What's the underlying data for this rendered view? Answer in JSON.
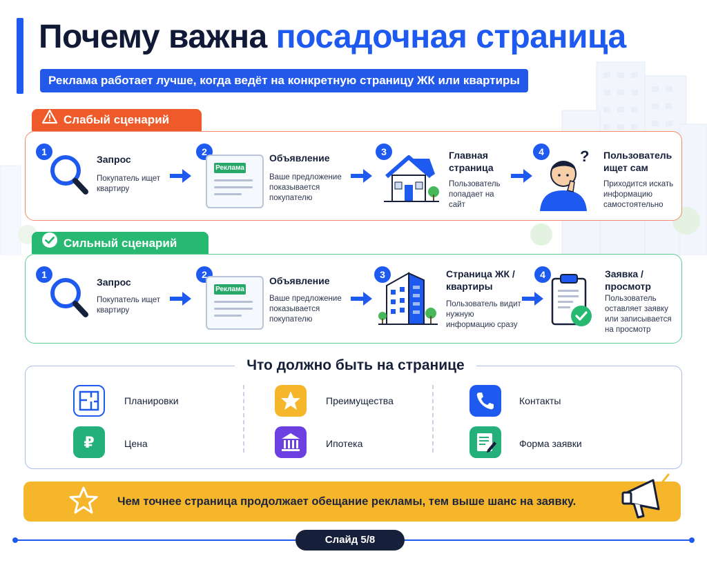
{
  "header": {
    "title_main": "Почему важна ",
    "title_accent": "посадочная страница",
    "subtitle": "Реклама работает лучше, когда ведёт на конкретную страницу ЖК или квартиры"
  },
  "weak": {
    "label": "Слабый сценарий",
    "steps": [
      {
        "num": "1",
        "title": "Запрос",
        "desc": "Покупатель ищет квартиру"
      },
      {
        "num": "2",
        "title": "Объявление",
        "desc": "Ваше предложение показывается покупателю",
        "badge": "Реклама"
      },
      {
        "num": "3",
        "title": "Главная страница",
        "desc": "Пользователь попадает на сайт"
      },
      {
        "num": "4",
        "title": "Пользователь ищет сам",
        "desc": "Приходится искать информацию самостоятельно"
      }
    ]
  },
  "strong": {
    "label": "Сильный сценарий",
    "steps": [
      {
        "num": "1",
        "title": "Запрос",
        "desc": "Покупатель ищет квартиру"
      },
      {
        "num": "2",
        "title": "Объявление",
        "desc": "Ваше предложение показывается покупателю",
        "badge": "Реклама"
      },
      {
        "num": "3",
        "title": "Страница ЖК / квартиры",
        "desc": "Пользователь видит нужную информацию сразу"
      },
      {
        "num": "4",
        "title": "Заявка / просмотр",
        "desc": "Пользователь оставляет заявку или записывается на просмотр"
      }
    ]
  },
  "requirements": {
    "title": "Что должно быть на странице",
    "items": [
      {
        "label": "Планировки",
        "icon": "floorplan-icon"
      },
      {
        "label": "Преимущества",
        "icon": "star-icon"
      },
      {
        "label": "Контакты",
        "icon": "phone-icon"
      },
      {
        "label": "Цена",
        "icon": "ruble-icon"
      },
      {
        "label": "Ипотека",
        "icon": "bank-icon"
      },
      {
        "label": "Форма заявки",
        "icon": "form-icon"
      }
    ]
  },
  "footer": {
    "message": "Чем точнее страница продолжает обещание рекламы, тем выше шанс на заявку.",
    "slide": "Слайд 5/8"
  },
  "colors": {
    "accent": "#1f5af0",
    "weak": "#ef5a2a",
    "strong": "#27b872",
    "banner": "#f6b62b"
  }
}
